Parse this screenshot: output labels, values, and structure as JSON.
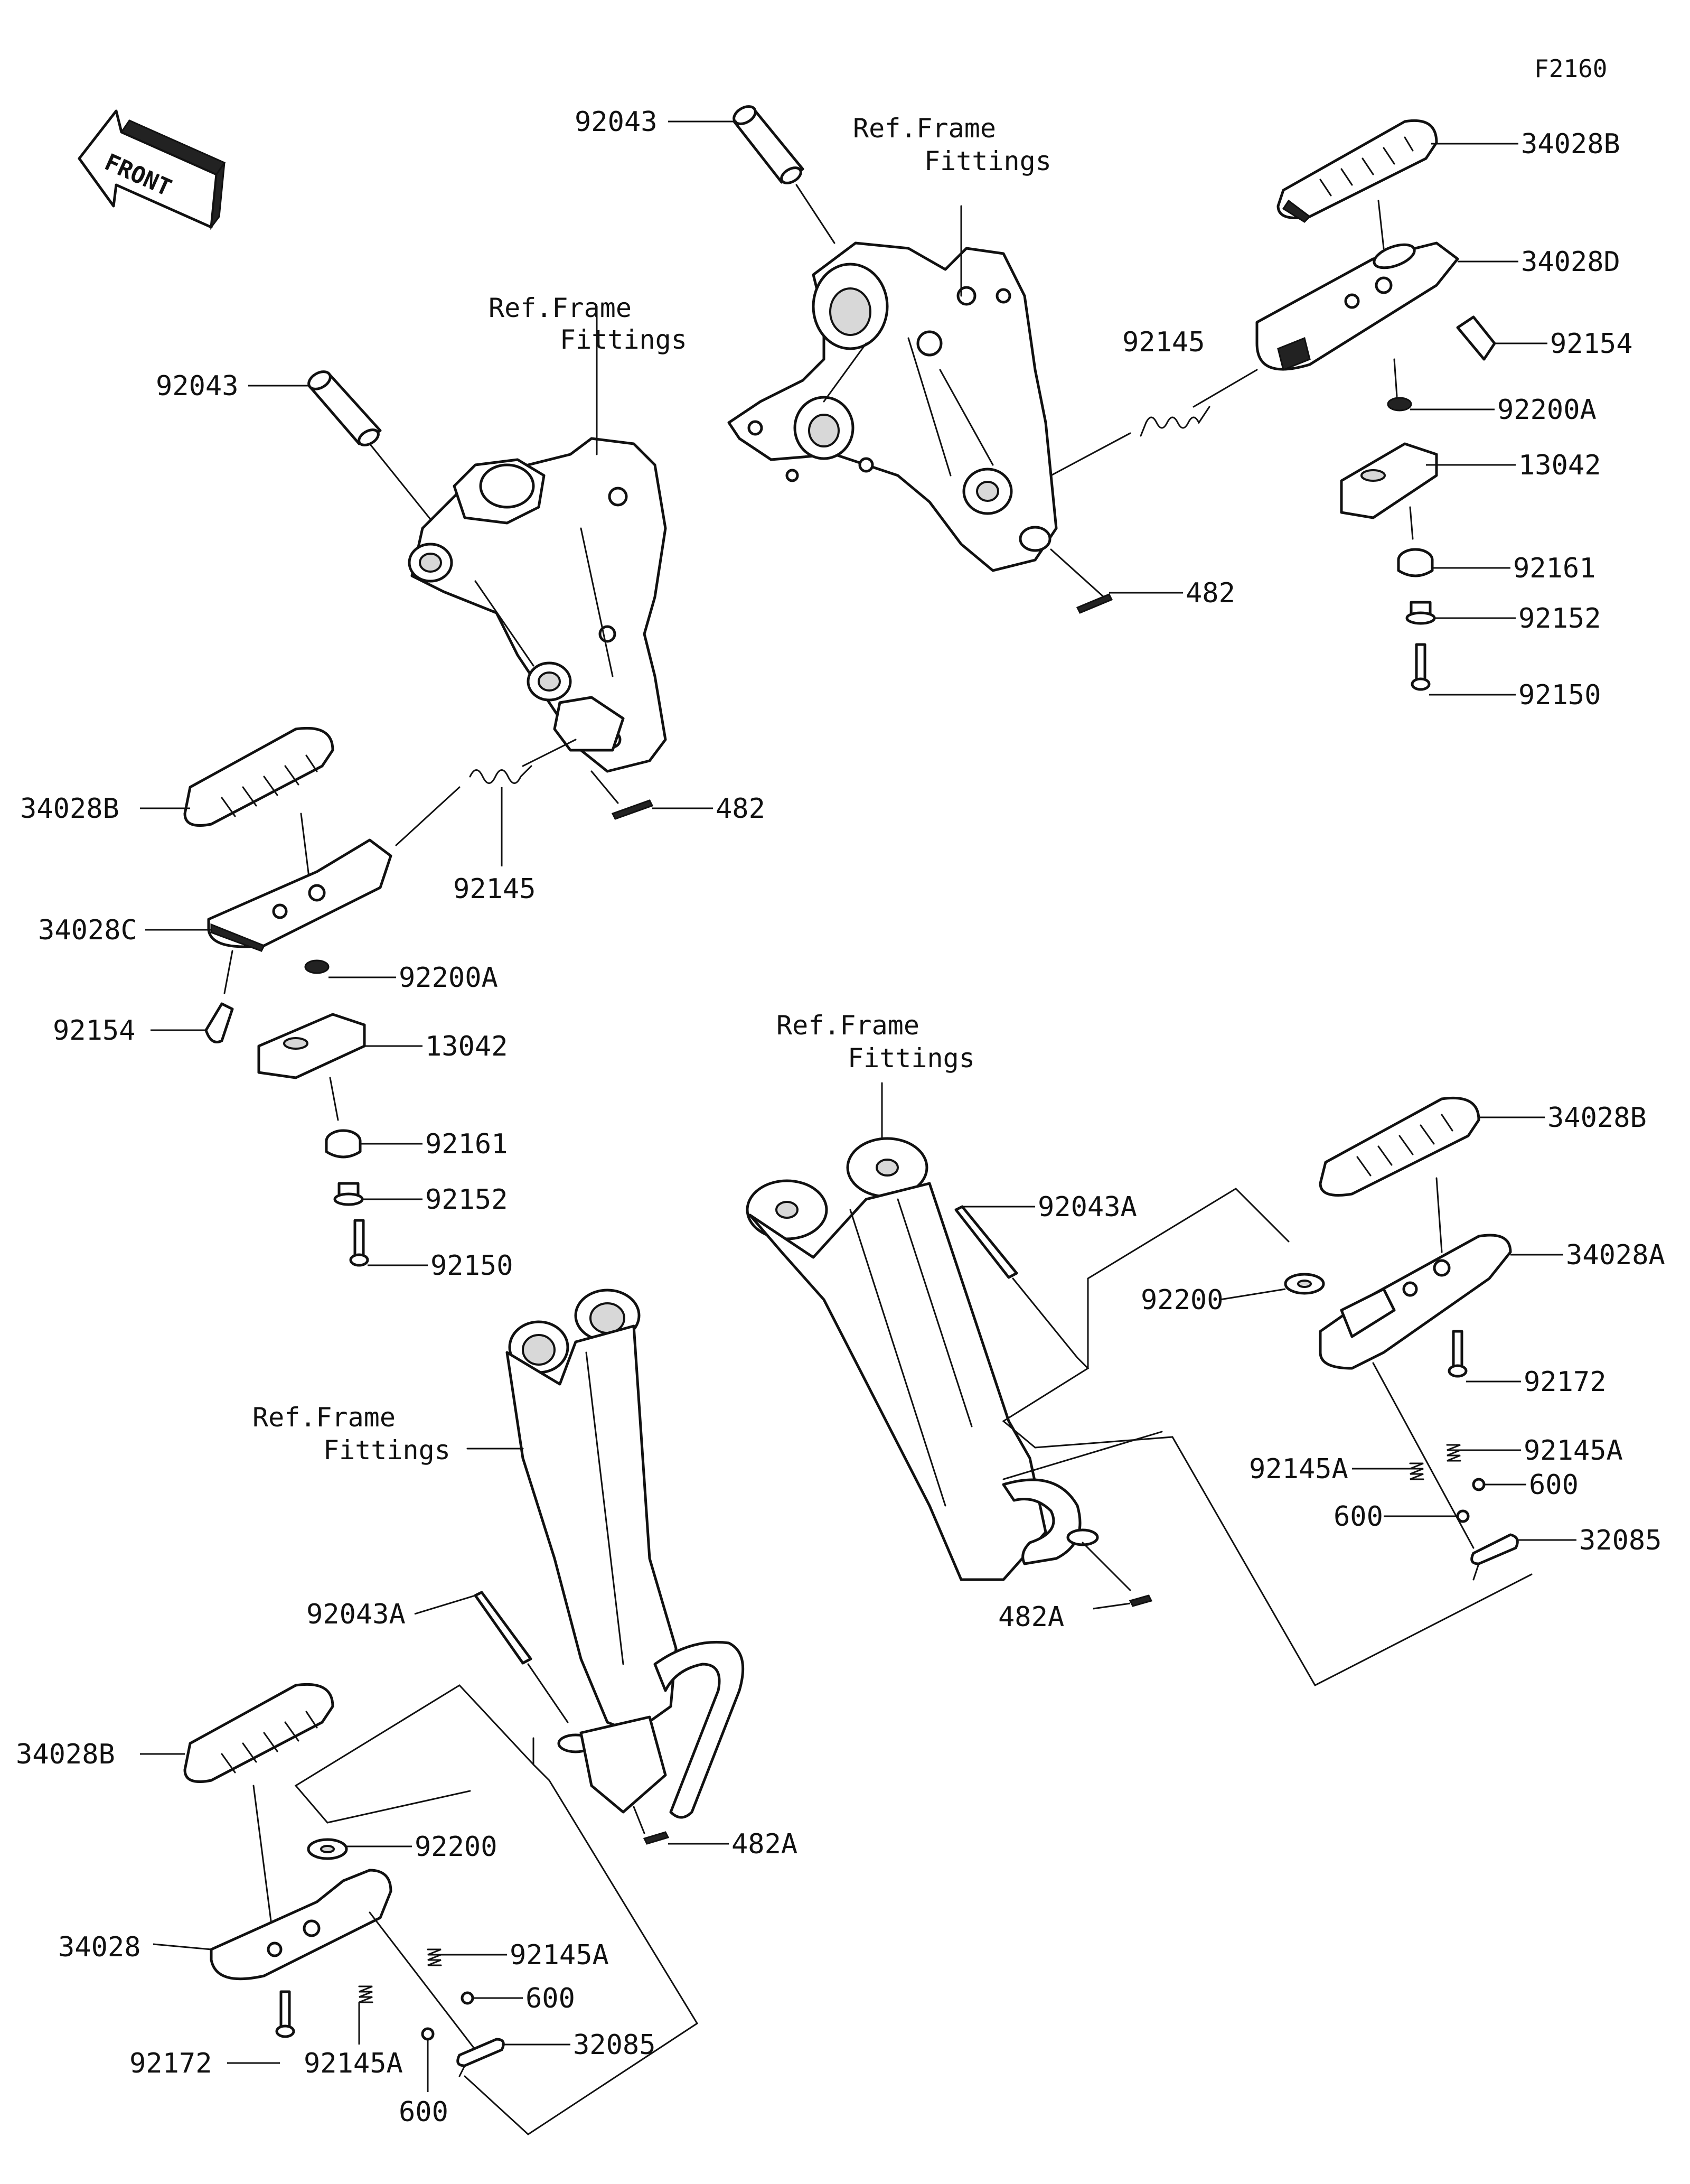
{
  "diagram_code": "F2160",
  "front_arrow_label": "FRONT",
  "ref_label_line1": "Ref.Frame",
  "ref_label_line2": "Fittings",
  "labels": {
    "top_center_92043": "92043",
    "top_left_92043": "92043",
    "tr_34028B": "34028B",
    "tr_34028D": "34028D",
    "tr_92145": "92145",
    "tr_92154": "92154",
    "tr_92200A": "92200A",
    "tr_13042": "13042",
    "tr_482": "482",
    "tr_92161": "92161",
    "tr_92152": "92152",
    "tr_92150": "92150",
    "ml_34028B": "34028B",
    "ml_482": "482",
    "ml_92145": "92145",
    "ml_34028C": "34028C",
    "ml_92200A": "92200A",
    "ml_92154": "92154",
    "ml_13042": "13042",
    "ml_92161": "92161",
    "ml_92152": "92152",
    "ml_92150": "92150",
    "mr_34028B": "34028B",
    "mr_92043A": "92043A",
    "mr_34028A": "34028A",
    "mr_92200": "92200",
    "mr_92172": "92172",
    "mr_92145A_r": "92145A",
    "mr_92145A_l": "92145A",
    "mr_600_r": "600",
    "mr_600_l": "600",
    "mr_32085": "32085",
    "mr_482A": "482A",
    "bl_92043A": "92043A",
    "bl_34028B": "34028B",
    "bl_92200": "92200",
    "bl_482A": "482A",
    "bl_92145A_r": "92145A",
    "bl_34028": "34028",
    "bl_600_r": "600",
    "bl_32085": "32085",
    "bl_92172": "92172",
    "bl_92145A_l": "92145A",
    "bl_600_b": "600"
  }
}
